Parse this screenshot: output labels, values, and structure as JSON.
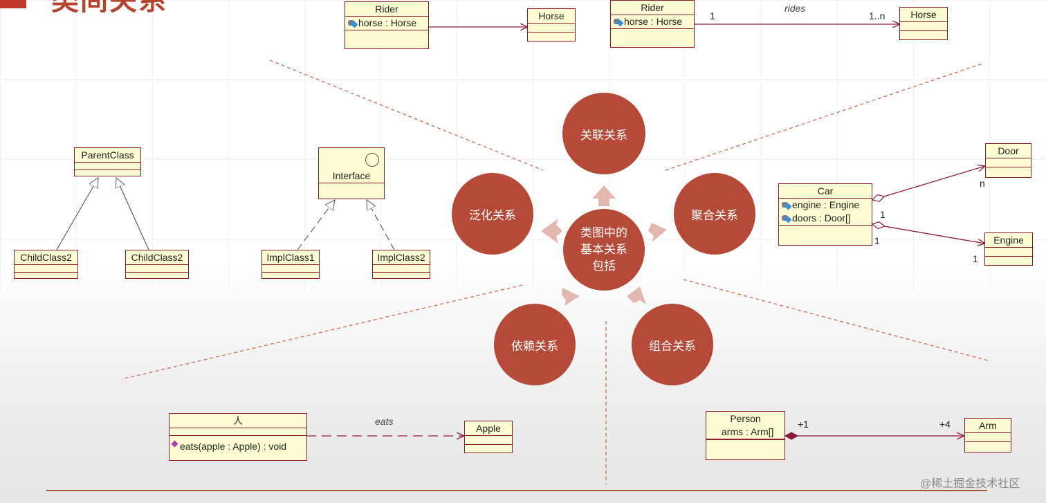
{
  "slide": {
    "title": "类间关系"
  },
  "center": {
    "line1": "类图中的",
    "line2": "基本关系",
    "line3": "包括"
  },
  "relations": {
    "association": "关联关系",
    "aggregation": "聚合关系",
    "composition": "组合关系",
    "dependency": "依赖关系",
    "generalization": "泛化关系"
  },
  "association_simple": {
    "rider": {
      "name": "Rider",
      "attr": "horse : Horse"
    },
    "horse": {
      "name": "Horse"
    }
  },
  "association_labeled": {
    "rider": {
      "name": "Rider",
      "attr": "horse : Horse"
    },
    "horse": {
      "name": "Horse"
    },
    "role": "rides",
    "mult_source": "1",
    "mult_target": "1..n"
  },
  "generalization": {
    "parent": "ParentClass",
    "child_left": "ChildClass2",
    "child_right": "ChildClass2"
  },
  "realization": {
    "interface": "Interface",
    "impl_left": "ImplClass1",
    "impl_right": "ImplClass2"
  },
  "aggregation": {
    "car": {
      "name": "Car",
      "attr1": "engine : Engine",
      "attr2": "doors : Door[]"
    },
    "door": {
      "name": "Door"
    },
    "engine": {
      "name": "Engine"
    },
    "mult_door": "n",
    "mult_car_door": "1",
    "mult_car_engine": "1",
    "mult_engine": "1"
  },
  "dependency": {
    "person": {
      "name": "人",
      "op": "eats(apple : Apple) : void"
    },
    "apple": {
      "name": "Apple"
    },
    "role": "eats"
  },
  "composition": {
    "person": {
      "name": "Person",
      "attr": "arms : Arm[]"
    },
    "arm": {
      "name": "Arm"
    },
    "mult_source": "+1",
    "mult_target": "+4"
  },
  "watermark": "@稀土掘金技术社区",
  "colors": {
    "circle": "#b44a37",
    "class_fill": "#fdfcd2",
    "class_border": "#8b1a2a",
    "arrow": "#e2b7ae",
    "divider": "#c96a55"
  }
}
